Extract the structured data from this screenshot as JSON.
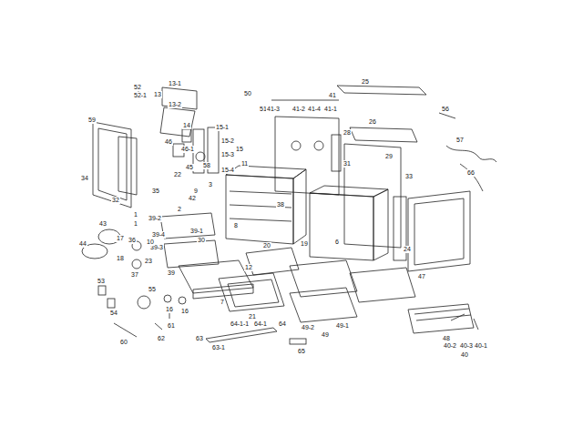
{
  "diagram": {
    "labels": [
      "52",
      "52-1",
      "13-1",
      "13",
      "13-2",
      "59",
      "50",
      "41",
      "25",
      "51",
      "41-3",
      "41-2",
      "41-4",
      "41-1",
      "56",
      "15-1",
      "14",
      "15-2",
      "15",
      "15-3",
      "15-4",
      "46",
      "46-1",
      "58",
      "26",
      "57",
      "28",
      "31",
      "29",
      "11",
      "22",
      "45",
      "66",
      "33",
      "34",
      "32",
      "35",
      "3",
      "9",
      "42",
      "2",
      "1",
      "1",
      "43",
      "38",
      "8",
      "39-2",
      "39-1",
      "39-4",
      "39-3",
      "39",
      "36",
      "44",
      "17",
      "10",
      "18",
      "23",
      "37",
      "30",
      "19",
      "6",
      "20",
      "24",
      "12",
      "53",
      "54",
      "55",
      "16",
      "16",
      "7",
      "21",
      "47",
      "49-2",
      "49-1",
      "49",
      "48",
      "40-2",
      "40-3",
      "40-1",
      "40",
      "61",
      "63-1",
      "64-1-1",
      "64-1",
      "64",
      "63",
      "65",
      "60",
      "62"
    ]
  }
}
